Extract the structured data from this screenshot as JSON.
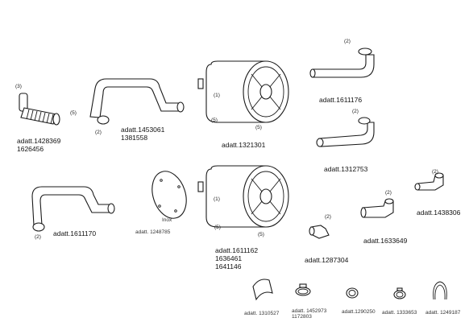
{
  "labels": {
    "p1428369": [
      "adatt.1428369",
      "1626456"
    ],
    "p1453061": [
      "adatt.1453061",
      "1381558"
    ],
    "p1321301": [
      "adatt.1321301"
    ],
    "p1611176": [
      "adatt.1611176"
    ],
    "p1312753": [
      "adatt.1312753"
    ],
    "p1611170": [
      "adatt.1611170"
    ],
    "p1248785": [
      "adatt. 1248785"
    ],
    "inox": "Inox",
    "p1611162": [
      "adatt.1611162",
      "1636461",
      "1641146"
    ],
    "p1438306": [
      "adatt.1438306"
    ],
    "p1633649": [
      "adatt.1633649"
    ],
    "p1287304": [
      "adatt.1287304"
    ],
    "p1310527": [
      "adatt. 1310527"
    ],
    "p1452973": [
      "adatt. 1452973",
      "1172803"
    ],
    "p1290250": [
      "adatt.1290250"
    ],
    "p1333653": [
      "adatt. 1333653"
    ],
    "p1249187": [
      "adatt. 1249187"
    ]
  },
  "callouts": {
    "c3": "(3)",
    "c5a": "(5)",
    "c2a": "(2)",
    "c1a": "(1)",
    "c5b": "(5)",
    "c5c": "(5)",
    "c2b": "(2)",
    "c2c": "(2)",
    "c1b": "(1)",
    "c5d": "(5)",
    "c5e": "(5)",
    "c2d": "(2)",
    "c2e": "(2)",
    "c2f": "(2)",
    "c2g": "(2)"
  }
}
